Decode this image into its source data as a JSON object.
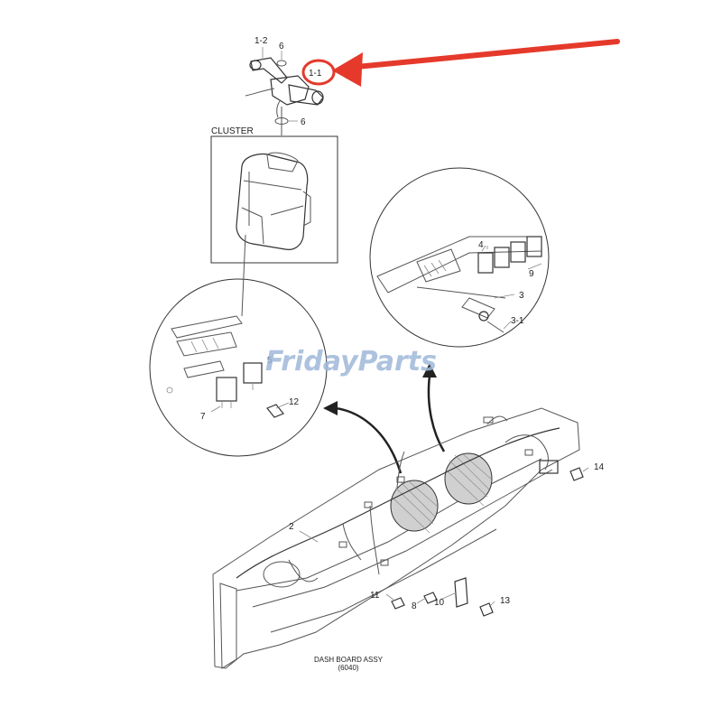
{
  "callouts": {
    "c_1_2": "1-2",
    "c_6_top": "6",
    "c_1_1": "1-1",
    "c_6_mid": "6",
    "c_4": "4",
    "c_9": "9",
    "c_3": "3",
    "c_3_1": "3-1",
    "c_5": "5",
    "c_12": "12",
    "c_7": "7",
    "c_2": "2",
    "c_14": "14",
    "c_11": "11",
    "c_8": "8",
    "c_10": "10",
    "c_13": "13"
  },
  "cluster_label": "CLUSTER",
  "watermark": "FridayParts",
  "caption": {
    "title": "DASH BOARD ASSY",
    "code": "(6040)"
  },
  "colors": {
    "highlight_arrow": "#e5392b",
    "watermark": "#9fb8d9",
    "line": "#333333"
  }
}
